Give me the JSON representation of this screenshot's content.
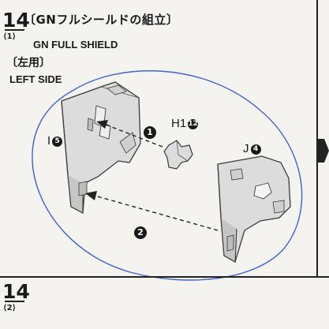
{
  "step": {
    "number": "14",
    "sub": "⟨1⟩",
    "title_jp": "〔GNフルシールドの組立〕",
    "title_en": "GN FULL SHIELD"
  },
  "side": {
    "label_jp": "〔左用〕",
    "label_en": "LEFT SIDE"
  },
  "parts": {
    "i": {
      "letter": "I",
      "num": "5"
    },
    "h": {
      "letter": "H1",
      "num": "12"
    },
    "j": {
      "letter": "J",
      "num": "4"
    }
  },
  "markers": {
    "one": "1",
    "two": "2"
  },
  "next_step": {
    "number": "14",
    "sub": "⟨2⟩"
  },
  "colors": {
    "circle_annotation": "#3f63c8",
    "part_fill": "#dcdcdc",
    "part_stroke": "#3a3a3a",
    "ink": "#1a1a1a"
  }
}
